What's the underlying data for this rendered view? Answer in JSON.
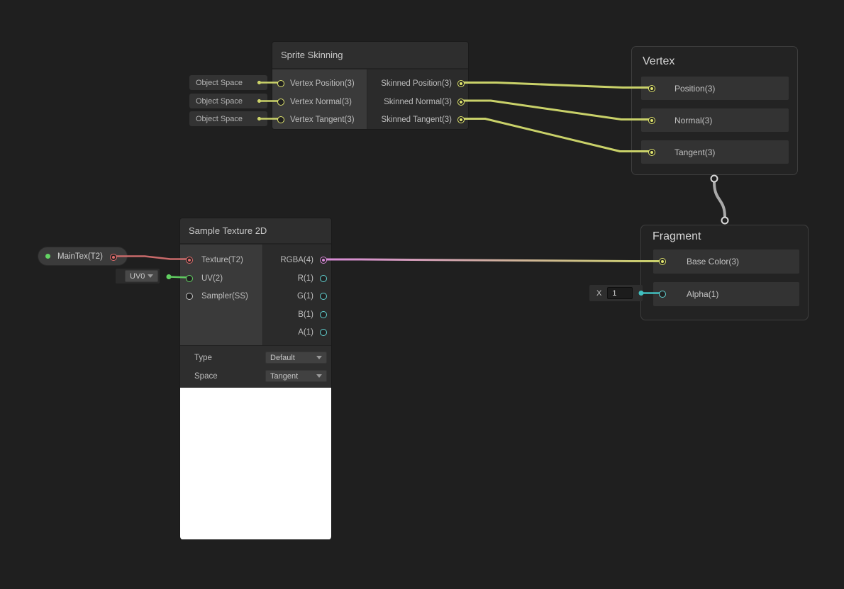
{
  "colors": {
    "bg": "#1f1f1f",
    "yellow": "#dfe46d",
    "yellow_wire": "#c9d169",
    "red": "#e06c6c",
    "red_wire": "#c96a6a",
    "green": "#63d463",
    "green_wire": "#5fc95f",
    "pink": "#d88ad8",
    "cyan": "#62d4d4",
    "teal_wire": "#41c0c0",
    "gray_port": "#c9c9c9",
    "gray_wire": "#a9a9a9",
    "white_ring": "#d9d9d9"
  },
  "sprite_skinning": {
    "title": "Sprite Skinning",
    "inputs": [
      {
        "label": "Vertex Position(3)"
      },
      {
        "label": "Vertex Normal(3)"
      },
      {
        "label": "Vertex Tangent(3)"
      }
    ],
    "outputs": [
      {
        "label": "Skinned Position(3)"
      },
      {
        "label": "Skinned Normal(3)"
      },
      {
        "label": "Skinned Tangent(3)"
      }
    ],
    "space_pills": [
      {
        "label": "Object Space"
      },
      {
        "label": "Object Space"
      },
      {
        "label": "Object Space"
      }
    ]
  },
  "vertex_node": {
    "title": "Vertex",
    "slots": [
      {
        "label": "Position(3)"
      },
      {
        "label": "Normal(3)"
      },
      {
        "label": "Tangent(3)"
      }
    ]
  },
  "fragment_node": {
    "title": "Fragment",
    "slots": [
      {
        "label": "Base Color(3)"
      },
      {
        "label": "Alpha(1)"
      }
    ],
    "alpha_default": {
      "axis_label": "X",
      "value": "1"
    }
  },
  "sample_texture": {
    "title": "Sample Texture 2D",
    "inputs": [
      {
        "label": "Texture(T2)"
      },
      {
        "label": "UV(2)"
      },
      {
        "label": "Sampler(SS)"
      }
    ],
    "outputs": [
      {
        "label": "RGBA(4)"
      },
      {
        "label": "R(1)"
      },
      {
        "label": "G(1)"
      },
      {
        "label": "B(1)"
      },
      {
        "label": "A(1)"
      }
    ],
    "controls": [
      {
        "label": "Type",
        "value": "Default"
      },
      {
        "label": "Space",
        "value": "Tangent"
      }
    ]
  },
  "maintex_pill": {
    "label": "MainTex(T2)"
  },
  "uv_dropdown": {
    "value": "UV0"
  }
}
